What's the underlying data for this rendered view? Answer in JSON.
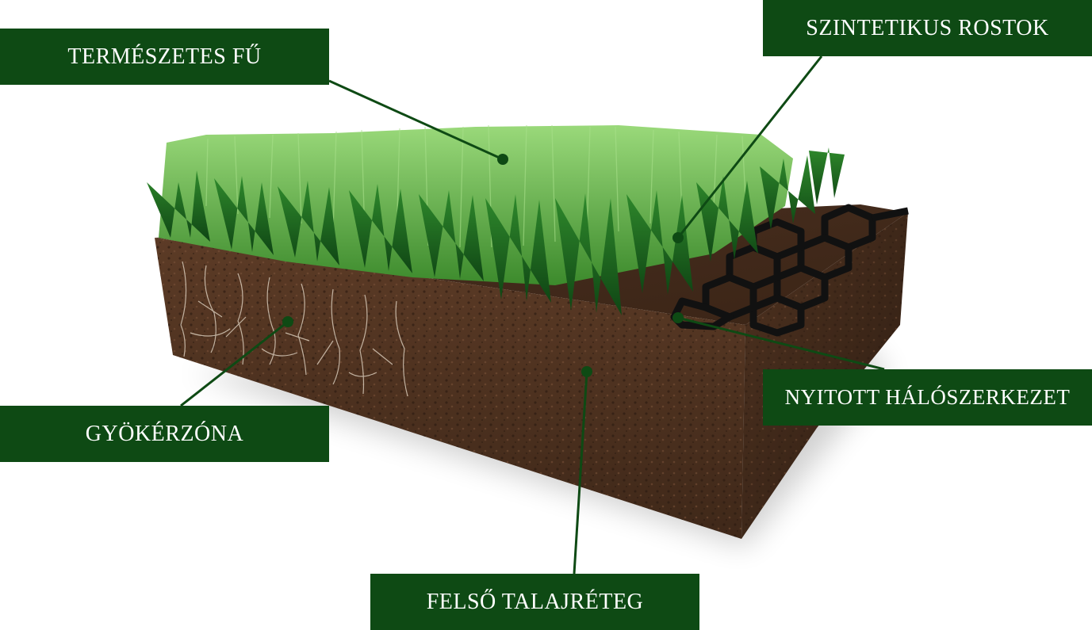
{
  "labels": {
    "natural_grass": "TERMÉSZETES FŰ",
    "synthetic_fibers": "SZINTETIKUS ROSTOK",
    "root_zone": "GYÖKÉRZÓNA",
    "open_mesh": "NYITOTT HÁLÓSZERKEZET",
    "topsoil": "FELSŐ TALAJRÉTEG"
  },
  "colors": {
    "label_background": "#0e4a14",
    "label_text": "#ffffff",
    "leader_line": "#0e4a14",
    "soil_dark": "#3a2416",
    "soil_mid": "#5c3b26",
    "grass_light": "#6bbf4e",
    "grass_dark": "#1f6b22",
    "mesh": "#111111"
  }
}
